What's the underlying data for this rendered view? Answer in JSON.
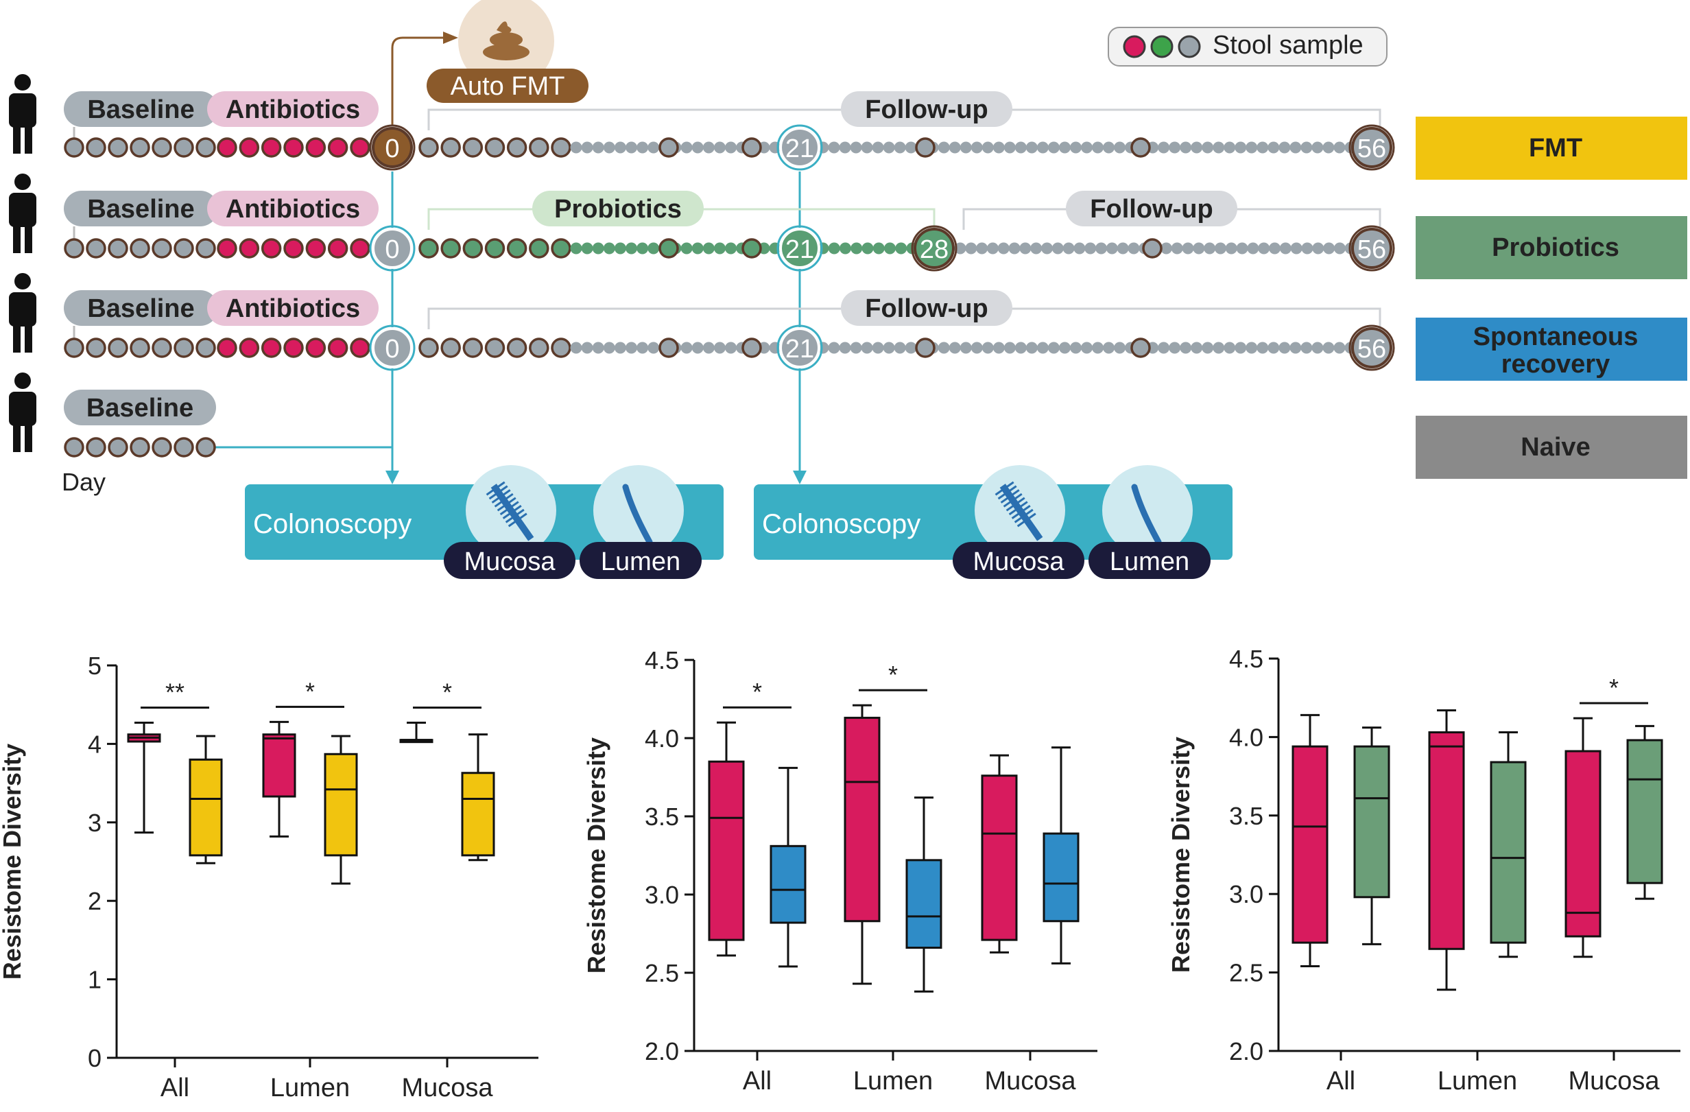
{
  "legend": {
    "label": "Stool sample",
    "dot_colors": [
      "#d81b5e",
      "#3da34a",
      "#9aa4ab"
    ]
  },
  "colors": {
    "antibiotic_pink": "#d81b5e",
    "sample_gray": "#9aa4ab",
    "probiotic_green": "#5a9e73",
    "fmt_brown": "#8b5a2b",
    "colonoscopy_teal": "#3aafc4",
    "fmt_yellow": "#f1c40f",
    "probiotics_green": "#6b9e78",
    "spontaneous_blue": "#2f8cc7",
    "naive_gray": "#8a8a8a",
    "baseline_label_bg": "#a7b0b7",
    "antibiotics_label_bg": "#e9c2d6",
    "probiotics_label_bg": "#cfe6cd",
    "followup_label_bg": "#d7d9dd",
    "tag_navy": "#1b1b3a"
  },
  "timeline": {
    "labels": {
      "baseline": "Baseline",
      "antibiotics": "Antibiotics",
      "follow_up": "Follow-up",
      "probiotics": "Probiotics",
      "auto_fmt": "Auto FMT",
      "day": "Day"
    },
    "days": {
      "d0": "0",
      "d21": "21",
      "d28": "28",
      "d56": "56"
    },
    "groups": [
      {
        "label": "FMT",
        "color": "#f1c40f"
      },
      {
        "label": "Probiotics",
        "color": "#6b9e78"
      },
      {
        "label": "Spontaneous recovery",
        "lines": [
          "Spontaneous",
          "recovery"
        ],
        "color": "#2f8cc7"
      },
      {
        "label": "Naive",
        "color": "#8a8a8a"
      }
    ],
    "colonoscopy": {
      "label": "Colonoscopy",
      "mucosa": "Mucosa",
      "lumen": "Lumen"
    }
  },
  "chart_data": [
    {
      "type": "box",
      "ylabel": "Resistome Diversity",
      "ylim": [
        0,
        5
      ],
      "yticks": [
        "0",
        "1",
        "2",
        "3",
        "4",
        "5"
      ],
      "categories": [
        "All",
        "Lumen",
        "Mucosa"
      ],
      "series": [
        {
          "color": "#d81b5e",
          "boxes": [
            {
              "min": 2.87,
              "q1": 4.03,
              "median": 4.08,
              "q3": 4.12,
              "max": 4.27
            },
            {
              "min": 2.82,
              "q1": 3.33,
              "median": 4.07,
              "q3": 4.12,
              "max": 4.28
            },
            {
              "min": 4.03,
              "q1": 4.03,
              "median": 4.05,
              "q3": 4.05,
              "max": 4.27
            }
          ]
        },
        {
          "color": "#f1c40f",
          "boxes": [
            {
              "min": 2.48,
              "q1": 2.58,
              "median": 3.3,
              "q3": 3.8,
              "max": 4.1
            },
            {
              "min": 2.22,
              "q1": 2.58,
              "median": 3.42,
              "q3": 3.87,
              "max": 4.1
            },
            {
              "min": 2.52,
              "q1": 2.58,
              "median": 3.3,
              "q3": 3.63,
              "max": 4.12
            }
          ]
        }
      ],
      "significance": [
        {
          "category": "All",
          "label": "**"
        },
        {
          "category": "Lumen",
          "label": "*"
        },
        {
          "category": "Mucosa",
          "label": "*"
        }
      ]
    },
    {
      "type": "box",
      "ylabel": "Resistome Diversity",
      "ylim": [
        2.0,
        4.5
      ],
      "yticks": [
        "2.0",
        "2.5",
        "3.0",
        "3.5",
        "4.0",
        "4.5"
      ],
      "categories": [
        "All",
        "Lumen",
        "Mucosa"
      ],
      "series": [
        {
          "color": "#d81b5e",
          "boxes": [
            {
              "min": 2.61,
              "q1": 2.71,
              "median": 3.49,
              "q3": 3.85,
              "max": 4.1
            },
            {
              "min": 2.43,
              "q1": 2.83,
              "median": 3.72,
              "q3": 4.13,
              "max": 4.21
            },
            {
              "min": 2.63,
              "q1": 2.71,
              "median": 3.39,
              "q3": 3.76,
              "max": 3.89
            }
          ]
        },
        {
          "color": "#2f8cc7",
          "boxes": [
            {
              "min": 2.54,
              "q1": 2.82,
              "median": 3.03,
              "q3": 3.31,
              "max": 3.81
            },
            {
              "min": 2.38,
              "q1": 2.66,
              "median": 2.86,
              "q3": 3.22,
              "max": 3.62
            },
            {
              "min": 2.56,
              "q1": 2.83,
              "median": 3.07,
              "q3": 3.39,
              "max": 3.94
            }
          ]
        }
      ],
      "significance": [
        {
          "category": "All",
          "label": "*"
        },
        {
          "category": "Lumen",
          "label": "*"
        }
      ]
    },
    {
      "type": "box",
      "ylabel": "Resistome Diversity",
      "ylim": [
        2.0,
        4.5
      ],
      "yticks": [
        "2.0",
        "2.5",
        "3.0",
        "3.5",
        "4.0",
        "4.5"
      ],
      "categories": [
        "All",
        "Lumen",
        "Mucosa"
      ],
      "series": [
        {
          "color": "#d81b5e",
          "boxes": [
            {
              "min": 2.54,
              "q1": 2.69,
              "median": 3.43,
              "q3": 3.94,
              "max": 4.14
            },
            {
              "min": 2.39,
              "q1": 2.65,
              "median": 3.94,
              "q3": 4.03,
              "max": 4.17
            },
            {
              "min": 2.6,
              "q1": 2.73,
              "median": 2.88,
              "q3": 3.91,
              "max": 4.12
            }
          ]
        },
        {
          "color": "#6b9e78",
          "boxes": [
            {
              "min": 2.68,
              "q1": 2.98,
              "median": 3.61,
              "q3": 3.94,
              "max": 4.06
            },
            {
              "min": 2.6,
              "q1": 2.69,
              "median": 3.23,
              "q3": 3.84,
              "max": 4.03
            },
            {
              "min": 2.97,
              "q1": 3.07,
              "median": 3.73,
              "q3": 3.98,
              "max": 4.07
            }
          ]
        }
      ],
      "significance": [
        {
          "category": "Mucosa",
          "label": "*"
        }
      ]
    }
  ]
}
